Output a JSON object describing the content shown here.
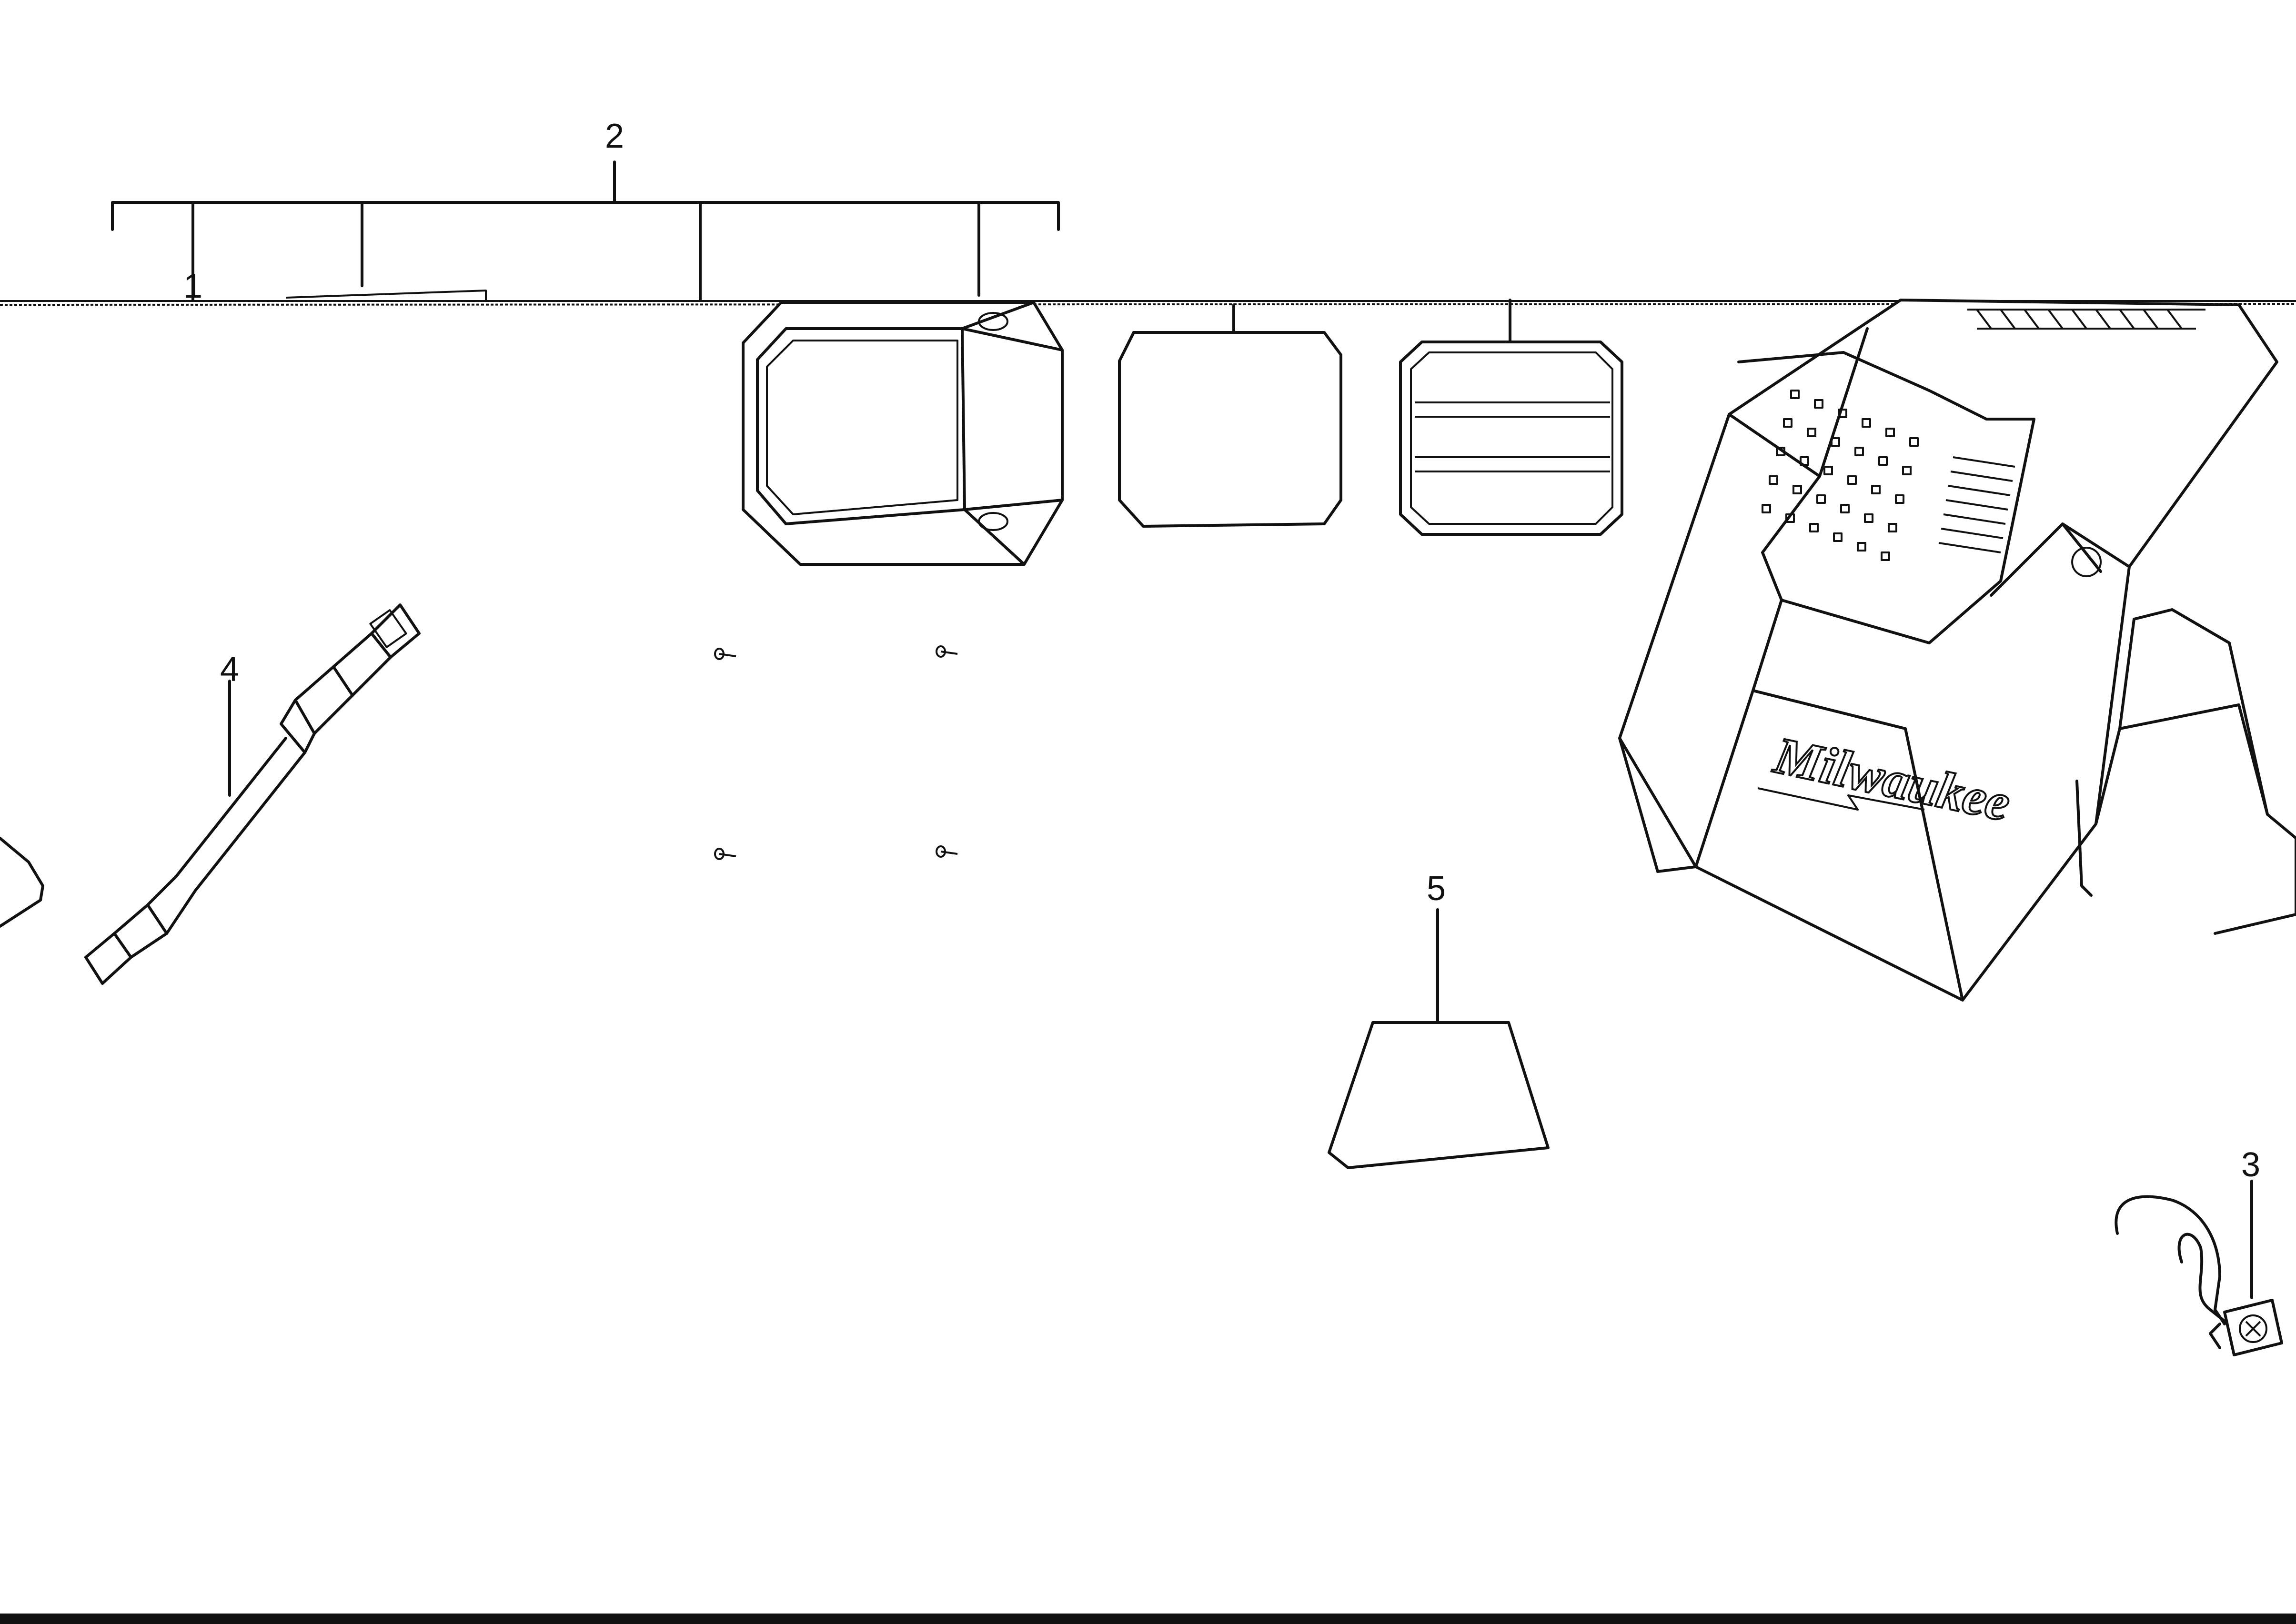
{
  "diagram": {
    "callouts": [
      {
        "id": "1",
        "label": "1"
      },
      {
        "id": "2",
        "label": "2"
      },
      {
        "id": "3",
        "label": "3"
      },
      {
        "id": "4",
        "label": "4"
      },
      {
        "id": "5",
        "label": "5"
      }
    ],
    "brand_logo_text": "Milwaukee"
  },
  "colors": {
    "line": "#111111",
    "background": "#ffffff"
  }
}
